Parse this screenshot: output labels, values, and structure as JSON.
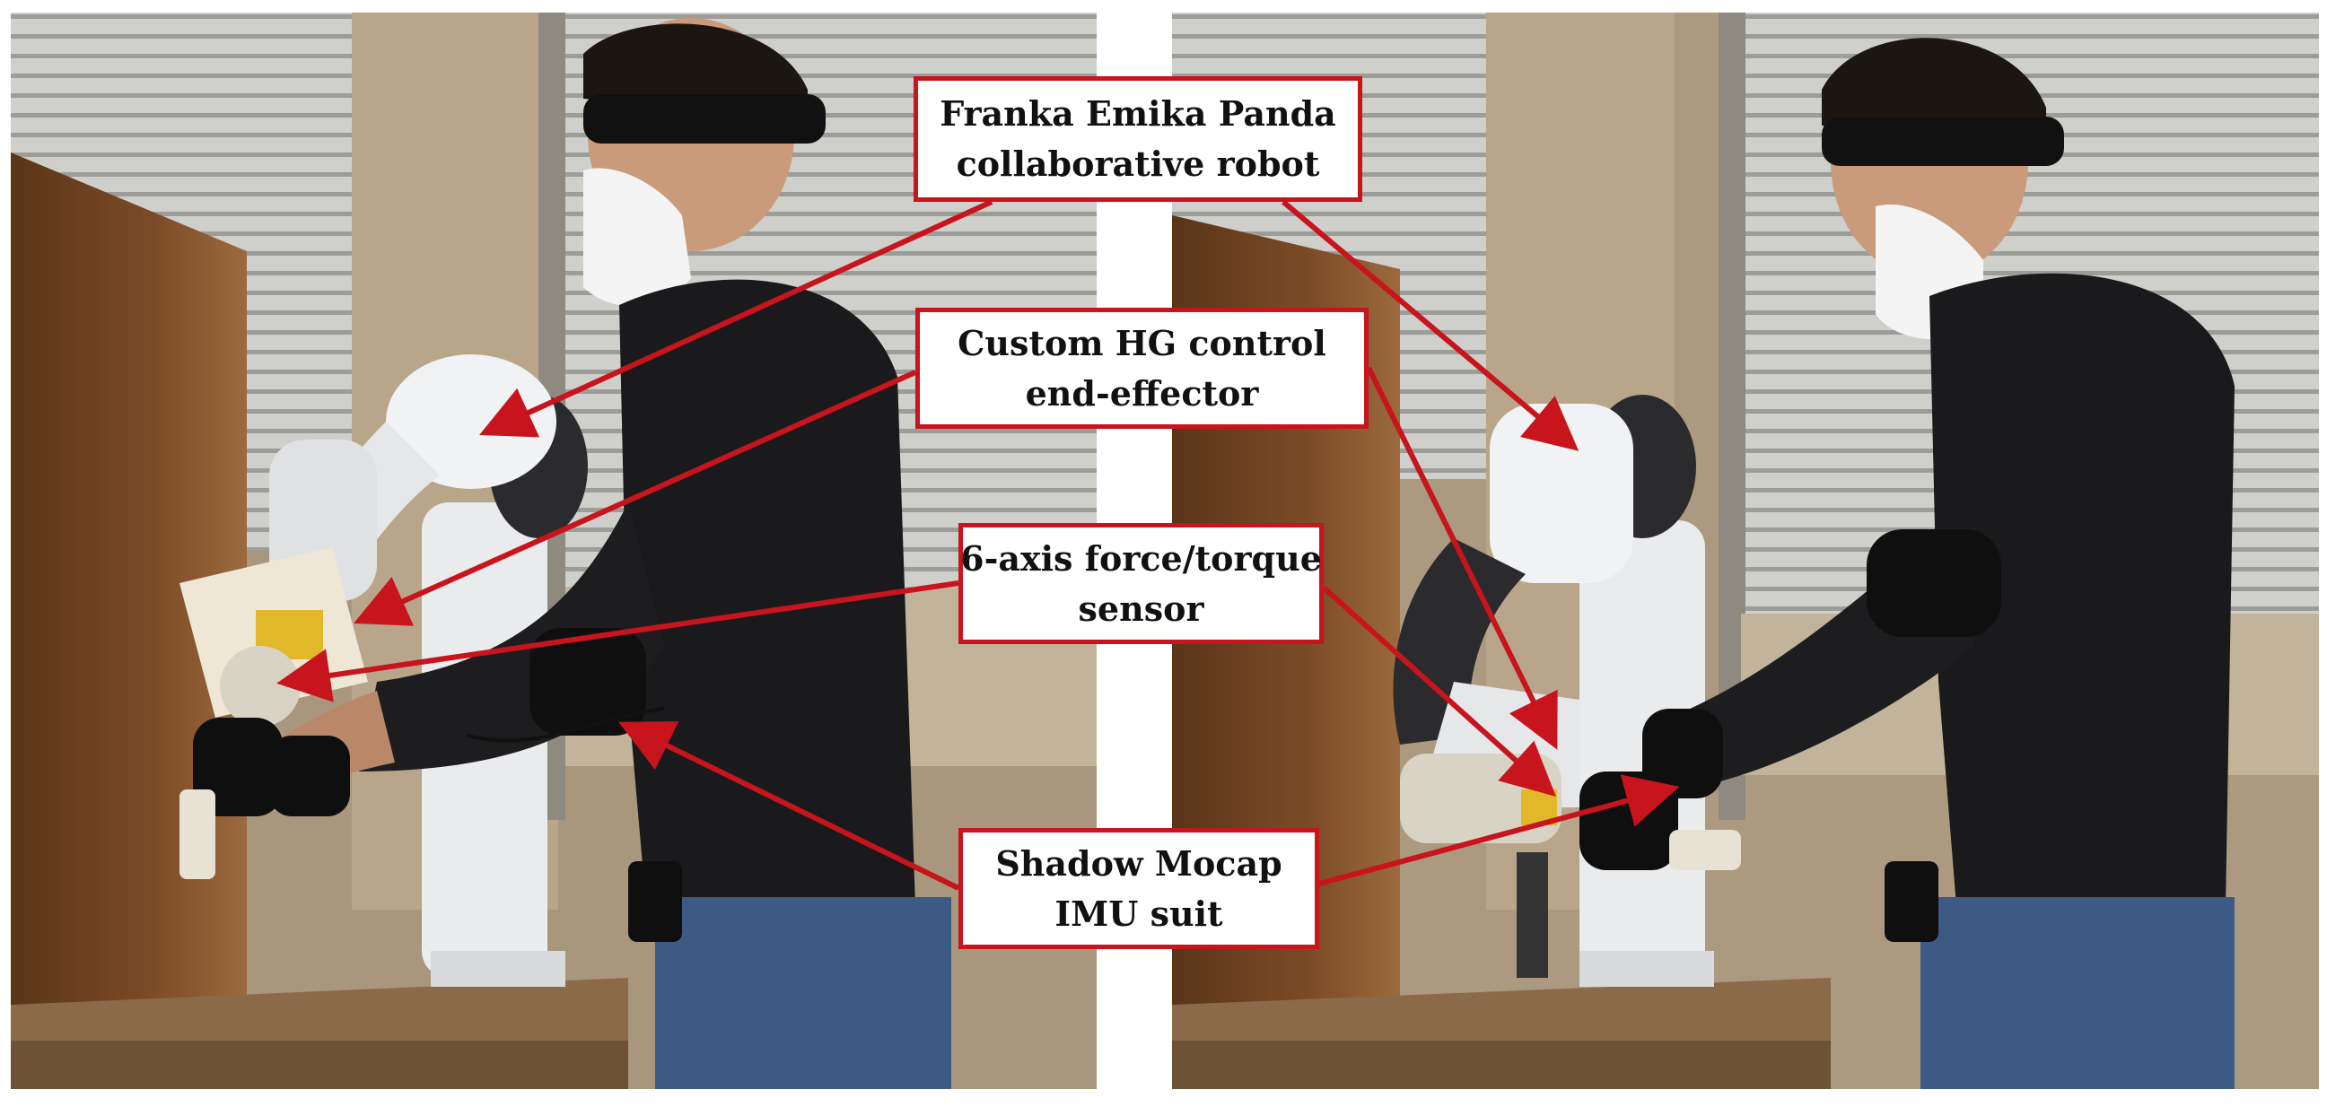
{
  "labels": {
    "robot": {
      "line1": "Franka Emika Panda",
      "line2": "collaborative robot"
    },
    "end_effector": {
      "line1": "Custom HG control",
      "line2": "end-effector"
    },
    "sensor": {
      "line1": "6-axis force/torque",
      "line2": "sensor"
    },
    "imu": {
      "line1": "Shadow Mocap",
      "line2": "IMU suit"
    }
  },
  "colors": {
    "annotation": "#c8141c",
    "shirt": "#1a1a1c",
    "jeans": "#3d5a85",
    "robot_body": "#e9ebed",
    "wall": "#9a8870",
    "board": "#6f4424",
    "table": "#8a6a48"
  }
}
